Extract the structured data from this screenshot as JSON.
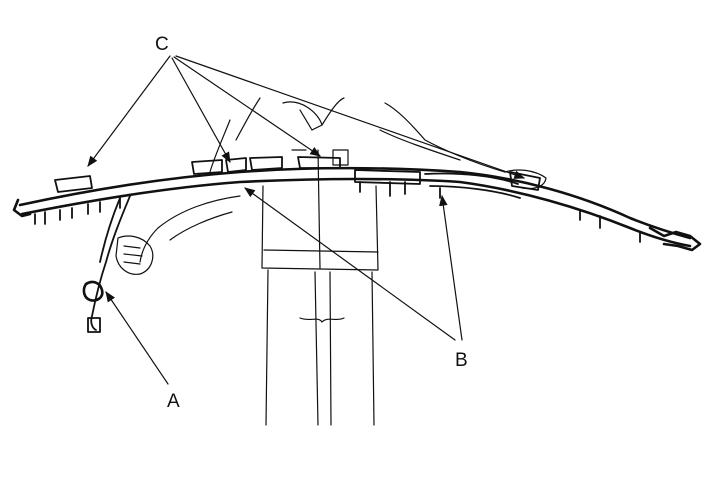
{
  "callouts": {
    "a": "A",
    "b": "B",
    "c": "C"
  },
  "colors": {
    "ink": "#111111",
    "background": "#ffffff"
  }
}
